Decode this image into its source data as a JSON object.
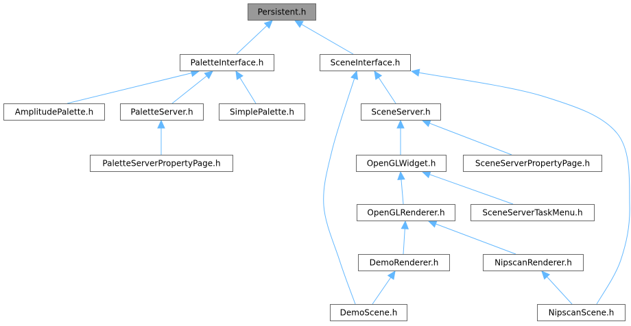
{
  "graph": {
    "nodes": [
      {
        "id": "persistent",
        "label": "Persistent.h"
      },
      {
        "id": "palette-interface",
        "label": "PaletteInterface.h"
      },
      {
        "id": "scene-interface",
        "label": "SceneInterface.h"
      },
      {
        "id": "amplitude-palette",
        "label": "AmplitudePalette.h"
      },
      {
        "id": "palette-server",
        "label": "PaletteServer.h"
      },
      {
        "id": "simple-palette",
        "label": "SimplePalette.h"
      },
      {
        "id": "palette-server-property-page",
        "label": "PaletteServerPropertyPage.h"
      },
      {
        "id": "scene-server",
        "label": "SceneServer.h"
      },
      {
        "id": "opengl-widget",
        "label": "OpenGLWidget.h"
      },
      {
        "id": "scene-server-property-page",
        "label": "SceneServerPropertyPage.h"
      },
      {
        "id": "opengl-renderer",
        "label": "OpenGLRenderer.h"
      },
      {
        "id": "scene-server-task-menu",
        "label": "SceneServerTaskMenu.h"
      },
      {
        "id": "demo-renderer",
        "label": "DemoRenderer.h"
      },
      {
        "id": "nipscan-renderer",
        "label": "NipscanRenderer.h"
      },
      {
        "id": "demo-scene",
        "label": "DemoScene.h"
      },
      {
        "id": "nipscan-scene",
        "label": "NipscanScene.h"
      }
    ],
    "edges": [
      {
        "from": "palette-interface",
        "to": "persistent"
      },
      {
        "from": "scene-interface",
        "to": "persistent"
      },
      {
        "from": "amplitude-palette",
        "to": "palette-interface"
      },
      {
        "from": "palette-server",
        "to": "palette-interface"
      },
      {
        "from": "simple-palette",
        "to": "palette-interface"
      },
      {
        "from": "palette-server-property-page",
        "to": "palette-server"
      },
      {
        "from": "scene-server",
        "to": "scene-interface"
      },
      {
        "from": "demo-scene",
        "to": "scene-interface"
      },
      {
        "from": "nipscan-scene",
        "to": "scene-interface"
      },
      {
        "from": "opengl-widget",
        "to": "scene-server"
      },
      {
        "from": "scene-server-property-page",
        "to": "scene-server"
      },
      {
        "from": "opengl-renderer",
        "to": "opengl-widget"
      },
      {
        "from": "scene-server-task-menu",
        "to": "opengl-widget"
      },
      {
        "from": "demo-renderer",
        "to": "opengl-renderer"
      },
      {
        "from": "nipscan-renderer",
        "to": "opengl-renderer"
      },
      {
        "from": "demo-scene",
        "to": "demo-renderer"
      },
      {
        "from": "nipscan-scene",
        "to": "nipscan-renderer"
      }
    ]
  }
}
